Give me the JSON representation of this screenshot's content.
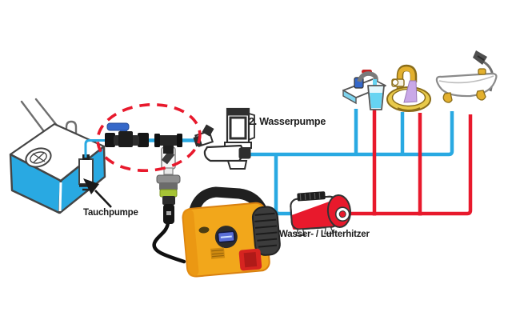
{
  "diagram": {
    "type": "plumbing-schematic",
    "labels": {
      "tauchpumpe": "Tauchpumpe",
      "wasserpumpe2": "2. Wasserpumpe",
      "heater": "Wasser- / Lufterhitzer"
    },
    "components": [
      {
        "name": "water-tank-icon"
      },
      {
        "name": "tauchpumpe-pump-icon"
      },
      {
        "name": "shutoff-valve-icon"
      },
      {
        "name": "t-connector-icon"
      },
      {
        "name": "drain-valve-icon"
      },
      {
        "name": "quick-connector-icon"
      },
      {
        "name": "power-cable-icon"
      },
      {
        "name": "power-station-icon"
      },
      {
        "name": "water-pump-2-icon"
      },
      {
        "name": "water-air-heater-icon"
      },
      {
        "name": "kitchen-faucet-icon"
      },
      {
        "name": "washbasin-icon"
      },
      {
        "name": "bathtub-icon"
      },
      {
        "name": "highlight-ellipse"
      },
      {
        "name": "pointer-arrow"
      }
    ]
  },
  "colors": {
    "cold_water": "#29A9E2",
    "hot_water": "#E8192C",
    "highlight": "#E8192C",
    "valve_handle_blue": "#3668C9",
    "connector_lime": "#A6C436",
    "device_orange": "#F2A71B",
    "device_orange_dark": "#D98110",
    "lcd_blue": "#5A6FD6",
    "fixture_gold": "#E3B02E",
    "water_lavender": "#C9A8E8",
    "water_cyan": "#66D4F2"
  }
}
